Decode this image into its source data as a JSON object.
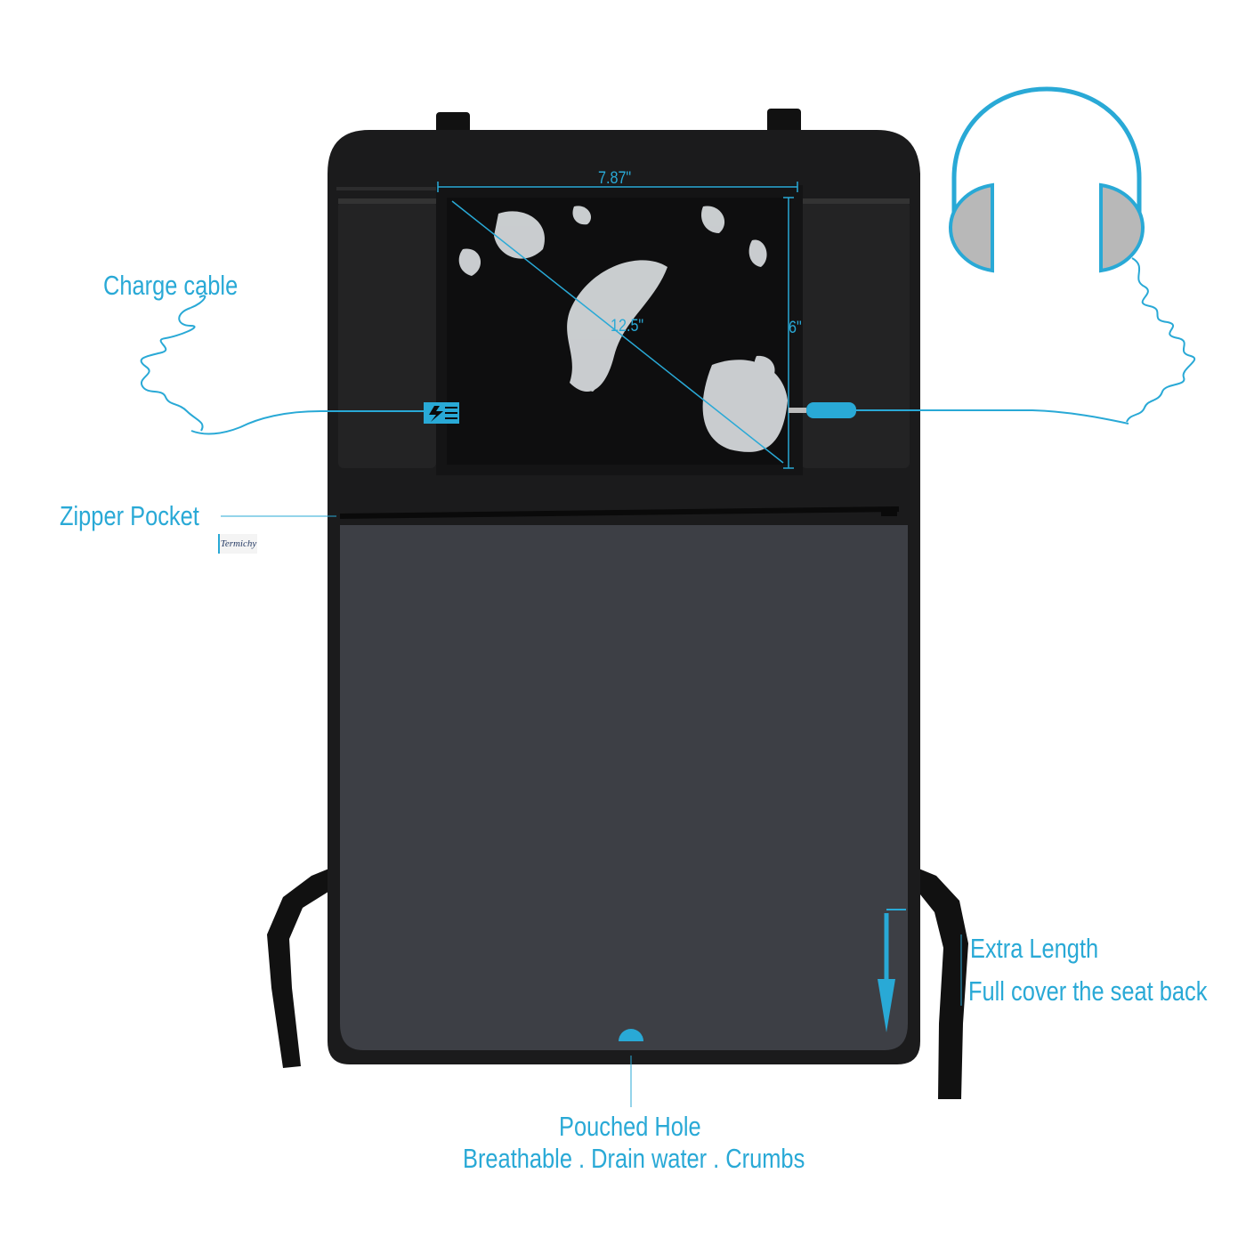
{
  "labels": {
    "charge_cable": "Charge cable",
    "zipper_pocket": "Zipper Pocket",
    "extra_length": "Extra Length",
    "full_cover": "Full cover the seat back",
    "pouched_hole": "Pouched Hole",
    "breathable": "Breathable . Drain water . Crumbs"
  },
  "dimensions": {
    "width": "7.87\"",
    "diagonal": "12.5\"",
    "height": "6\""
  },
  "brand": "Termichy",
  "colors": {
    "accent": "#29a9d6",
    "organizer": "#1b1b1c",
    "pocket": "#3d3f45",
    "earcup": "#b8b8b8"
  },
  "icons": [
    "charge-icon",
    "headphones-icon",
    "audio-plug-icon"
  ]
}
